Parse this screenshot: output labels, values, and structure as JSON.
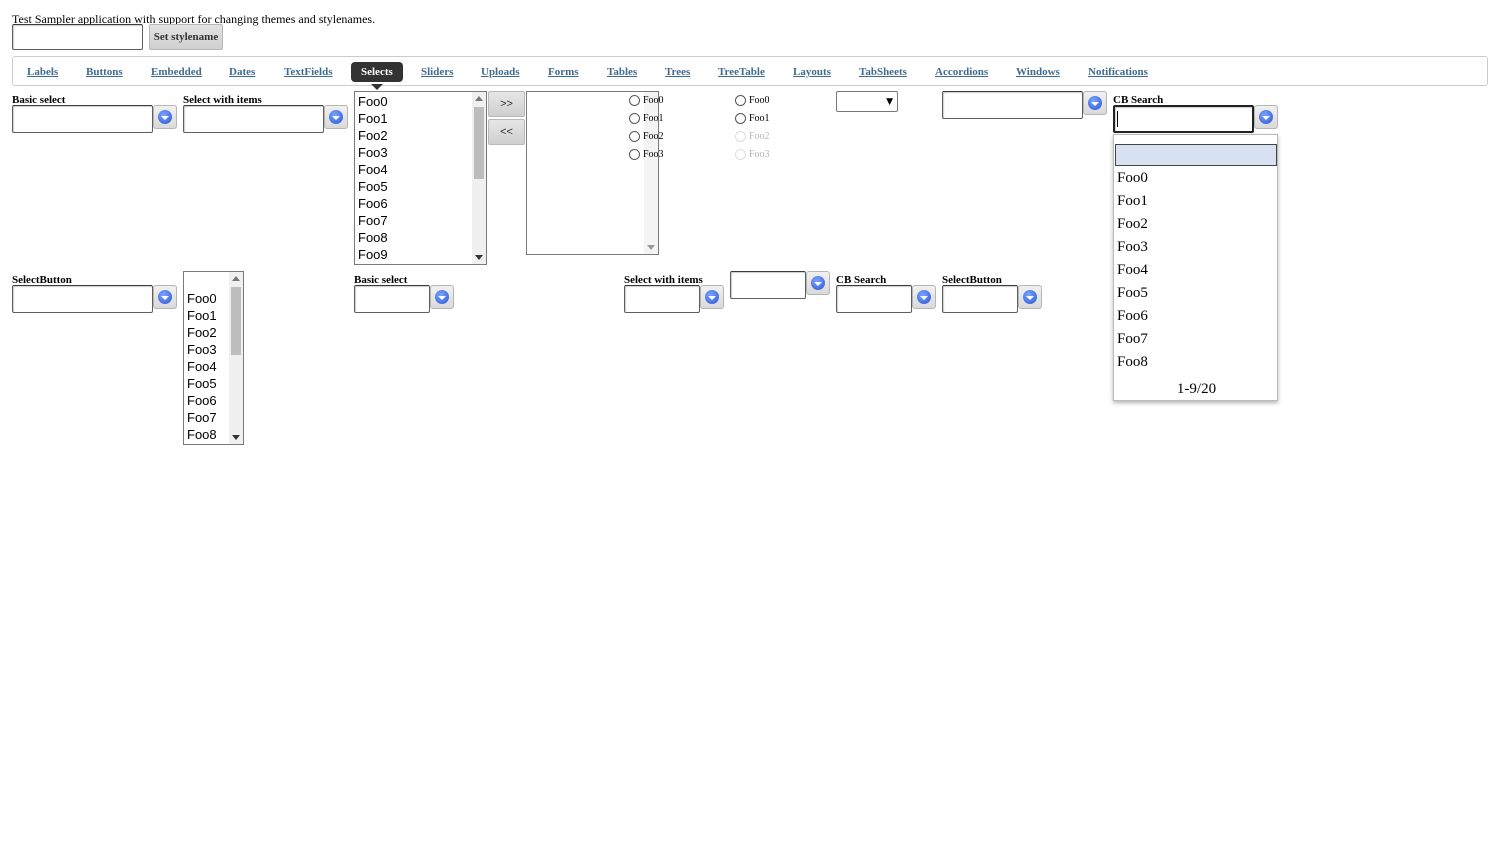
{
  "description": "Test Sampler application with support for changing themes and stylenames.",
  "stylename_input": {
    "value": "",
    "placeholder": ""
  },
  "set_stylename_label": "Set stylename",
  "nav": [
    "Labels",
    "Buttons",
    "Embedded",
    "Dates",
    "TextFields",
    "Selects",
    "Sliders",
    "Uploads",
    "Forms",
    "Tables",
    "Trees",
    "TreeTable",
    "Layouts",
    "TabSheets",
    "Accordions",
    "Windows",
    "Notifications"
  ],
  "active_nav": "Selects",
  "captions": {
    "basic_select": "Basic select",
    "select_with_items": "Select with items",
    "cb_search": "CB Search",
    "select_button": "SelectButton",
    "basic_select_2": "Basic select",
    "select_with_items_2": "Select with items",
    "cb_search_2": "CB Search",
    "select_button_2": "SelectButton"
  },
  "listbox_items": [
    "Foo0",
    "Foo1",
    "Foo2",
    "Foo3",
    "Foo4",
    "Foo5",
    "Foo6",
    "Foo7",
    "Foo8",
    "Foo9"
  ],
  "listbox2_items": [
    "",
    "Foo0",
    "Foo1",
    "Foo2",
    "Foo3",
    "Foo4",
    "Foo5",
    "Foo6",
    "Foo7",
    "Foo8"
  ],
  "twincol": {
    "add_label": ">>",
    "remove_label": "<<"
  },
  "option_group_1": [
    "Foo0",
    "Foo1",
    "Foo2",
    "Foo3"
  ],
  "option_group_2": {
    "enabled": [
      "Foo0",
      "Foo1"
    ],
    "disabled": [
      "Foo2",
      "Foo3"
    ]
  },
  "native_select_value": "",
  "cb_popup": {
    "items": [
      "Foo0",
      "Foo1",
      "Foo2",
      "Foo3",
      "Foo4",
      "Foo5",
      "Foo6",
      "Foo7",
      "Foo8"
    ],
    "status": "1-9/20"
  },
  "colors": {
    "nav_link": "#3f6b90",
    "nav_active_bg": "#333333",
    "popup_selected": "#d7e1f2"
  }
}
